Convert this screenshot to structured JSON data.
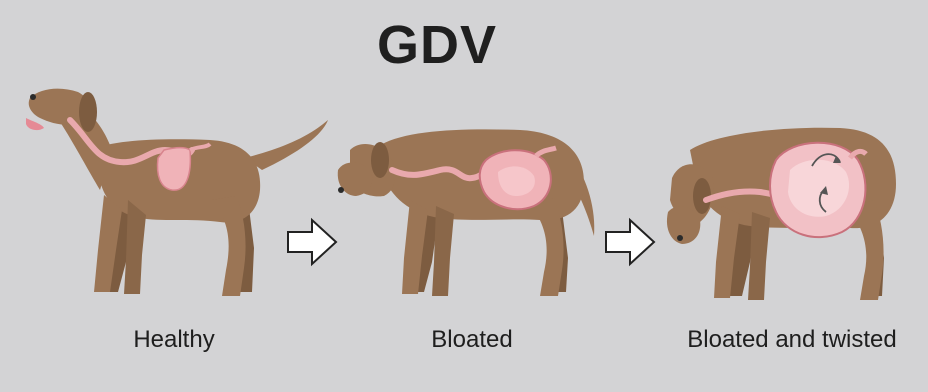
{
  "title": "GDV",
  "stages": [
    {
      "label": "Healthy"
    },
    {
      "label": "Bloated"
    },
    {
      "label": "Bloated and twisted"
    }
  ],
  "colors": {
    "background": "#d3d3d5",
    "dog_fur": "#9b7555",
    "dog_shadow": "#7d5c40",
    "esophagus": "#e9a9ad",
    "stomach": "#f0b3b8",
    "arrow_fill": "#ffffff",
    "arrow_stroke": "#222222"
  },
  "icons": [
    "arrow-right-icon",
    "twist-arrow-icon"
  ]
}
